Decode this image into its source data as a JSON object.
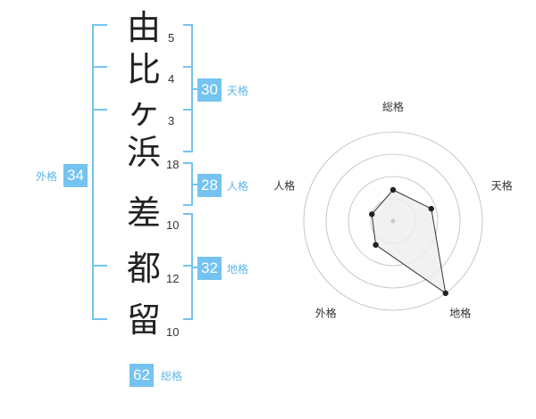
{
  "name": {
    "chars": [
      "由",
      "比",
      "ヶ",
      "浜",
      "差",
      "都",
      "留"
    ],
    "strokes": [
      "5",
      "4",
      "3",
      "18",
      "10",
      "12",
      "10"
    ]
  },
  "kaku": {
    "tenkaku": {
      "value": "30",
      "label": "天格"
    },
    "jinkaku": {
      "value": "28",
      "label": "人格"
    },
    "chikaku": {
      "value": "32",
      "label": "地格"
    },
    "gaikaku": {
      "value": "34",
      "label": "外格"
    },
    "soukaku": {
      "value": "62",
      "label": "総格"
    }
  },
  "chart_data": {
    "type": "radar",
    "axes": [
      "総格",
      "天格",
      "地格",
      "外格",
      "人格"
    ],
    "values": [
      0.35,
      0.45,
      1.0,
      0.33,
      0.25
    ],
    "range": [
      0,
      1
    ],
    "rings": 4,
    "colors": {
      "fill": "#eeeeee",
      "line": "#333333",
      "ring": "#bbbbbb",
      "point": "#222222"
    }
  },
  "colors": {
    "bracket": "#74c3f0",
    "badge": "#74c3f0",
    "badge_label": "#5fb6ea"
  }
}
